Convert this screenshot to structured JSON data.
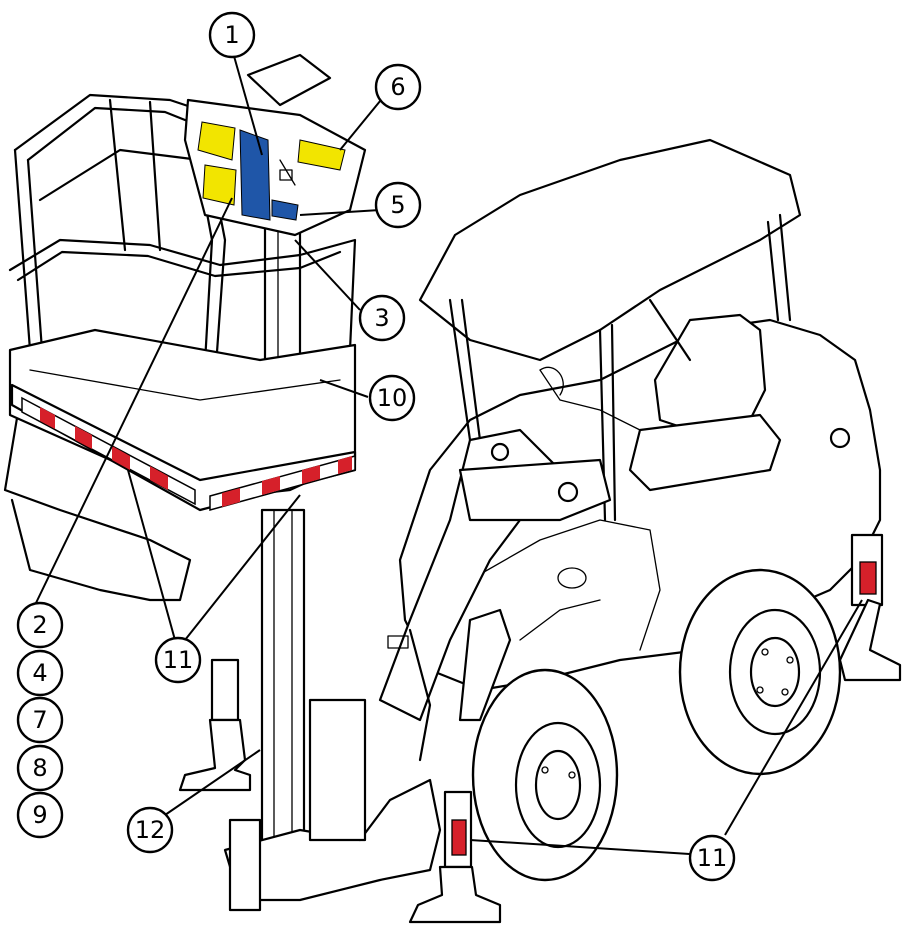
{
  "diagram": {
    "callouts": [
      {
        "id": "c1",
        "label": "1"
      },
      {
        "id": "c6",
        "label": "6"
      },
      {
        "id": "c5",
        "label": "5"
      },
      {
        "id": "c3",
        "label": "3"
      },
      {
        "id": "c10",
        "label": "10"
      },
      {
        "id": "c2",
        "label": "2"
      },
      {
        "id": "c4",
        "label": "4"
      },
      {
        "id": "c7",
        "label": "7"
      },
      {
        "id": "c8",
        "label": "8"
      },
      {
        "id": "c9",
        "label": "9"
      },
      {
        "id": "c11a",
        "label": "11"
      },
      {
        "id": "c12",
        "label": "12"
      },
      {
        "id": "c11b",
        "label": "11"
      }
    ],
    "colors": {
      "decal_yellow": "#f2e500",
      "decal_blue": "#1f56a8",
      "reflector_red": "#d6202a",
      "line": "#000000"
    }
  }
}
